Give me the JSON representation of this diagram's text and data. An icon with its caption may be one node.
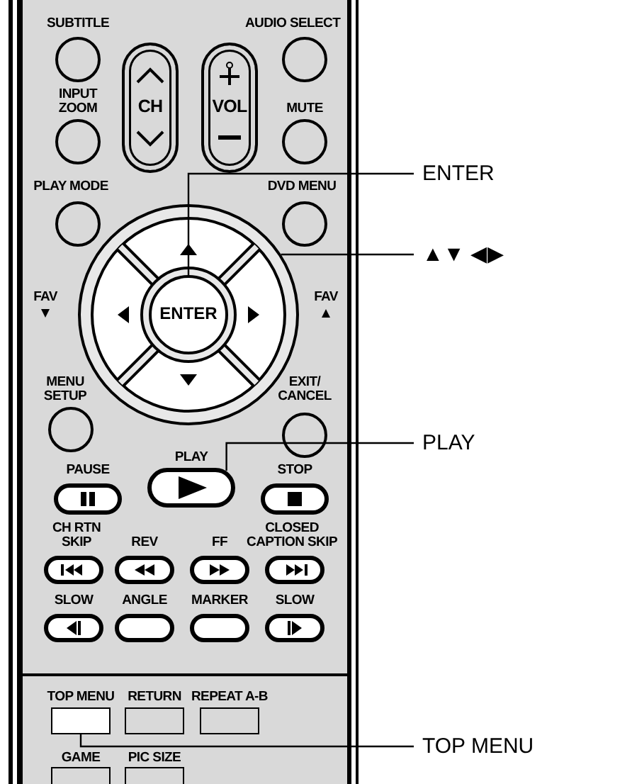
{
  "diagram": {
    "nodes": [
      {
        "text": [
          "SUBTITLE"
        ]
      },
      {
        "text": [
          "CH"
        ]
      },
      {
        "text": [
          "VOL"
        ]
      },
      {
        "text": [
          "AUDIO SELECT"
        ]
      },
      {
        "text": [
          "INPUT ZOOM"
        ]
      },
      {
        "text": [
          "MUTE"
        ]
      },
      {
        "text": [
          "ENTER"
        ]
      },
      {
        "text": [
          "PLAY MODE"
        ]
      },
      {
        "text": [
          "DVD MENU"
        ]
      },
      {
        "text": [
          "▲▼ ◀▶"
        ]
      },
      {
        "text": [],
        "shape": "circle"
      },
      {
        "text": [
          "ENTER"
        ],
        "in": 10
      },
      {
        "text": [
          "MENU SETUP"
        ]
      },
      {
        "text": [
          "EXIT/ CANCEL"
        ]
      },
      {
        "text": [
          "PLAY"
        ]
      },
      {
        "text": [
          "PLAY"
        ]
      },
      {
        "text": [
          "PAUSE"
        ]
      },
      {
        "text": [
          "STOP"
        ]
      },
      {
        "text": [
          "CH RTN SKIP"
        ]
      },
      {
        "text": [
          "REV"
        ]
      },
      {
        "text": [
          "FF"
        ]
      },
      {
        "text": [
          "CLOSED CAPTION SKIP"
        ]
      },
      {
        "text": [
          "SLOW"
        ]
      },
      {
        "text": [
          "ANGLE"
        ]
      },
      {
        "text": [
          "MARKER"
        ]
      },
      {
        "text": [
          "SLOW"
        ]
      },
      {
        "text": [
          "TOP MENU"
        ]
      },
      {
        "text": [
          "RETURN"
        ]
      },
      {
        "text": [
          "REPEAT A-B"
        ]
      },
      {
        "text": [
          "TOP MENU"
        ]
      },
      {
        "text": [
          "GAME"
        ]
      },
      {
        "text": [
          "PIC SIZE"
        ]
      }
    ],
    "edges": [
      {
        "from": 6,
        "to": 11,
        "arrow": "none"
      },
      {
        "from": 9,
        "to": 10,
        "arrow": "none"
      },
      {
        "from": 14,
        "to": 15,
        "arrow": "none"
      },
      {
        "from": 29,
        "to": 26,
        "arrow": "none"
      }
    ],
    "labels": [
      "FAV",
      "FAV"
    ]
  }
}
